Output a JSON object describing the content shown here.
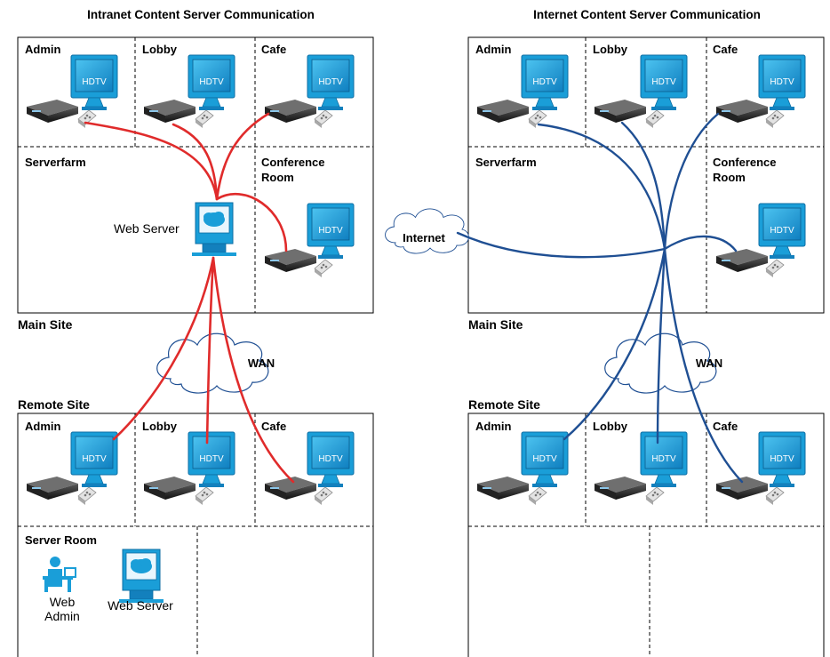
{
  "diagrams": {
    "left_title": "Intranet Content Server Communication",
    "right_title": "Internet Content Server Communication"
  },
  "rooms": {
    "admin": "Admin",
    "lobby": "Lobby",
    "cafe": "Cafe",
    "serverfarm": "Serverfarm",
    "conference_line1": "Conference",
    "conference_line2": "Room",
    "server_room": "Server Room"
  },
  "sites": {
    "main": "Main Site",
    "remote": "Remote Site"
  },
  "devices": {
    "hdtv": "HDTV",
    "web_server": "Web Server",
    "web_admin_line1": "Web",
    "web_admin_line2": "Admin"
  },
  "clouds": {
    "wan": "WAN",
    "internet": "Internet"
  },
  "colors": {
    "intranet_link": "#e02b2b",
    "internet_link": "#1f4f93",
    "monitor": "#1a9ed8"
  }
}
